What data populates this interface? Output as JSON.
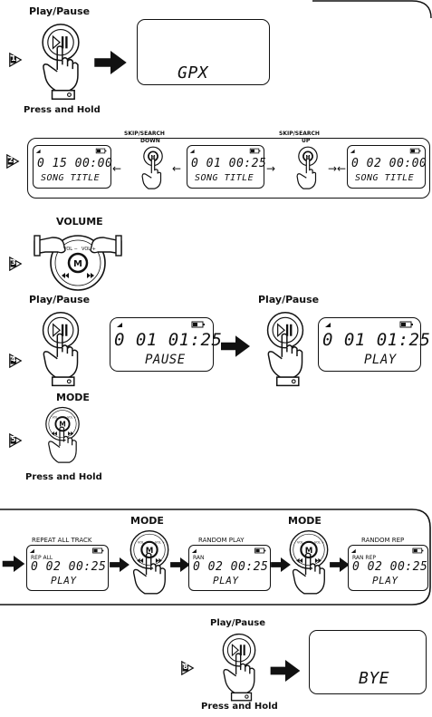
{
  "step1": {
    "num": "1",
    "top_label": "Play/Pause",
    "bottom_label": "Press and Hold",
    "display": "GPX"
  },
  "step2": {
    "num": "2",
    "left_display": [
      "0 15 00:00",
      "SONG TITLE"
    ],
    "mid_display": [
      "0 01 00:25",
      "SONG TITLE"
    ],
    "right_display": [
      "0 02 00:00",
      "SONG TITLE"
    ],
    "skip_down": [
      "SKIP/SEARCH",
      "DOWN"
    ],
    "skip_up": [
      "SKIP/SEARCH",
      "UP"
    ]
  },
  "step3": {
    "num": "3",
    "label": "VOLUME",
    "wheel_center": "M",
    "vol_minus": "VOL −",
    "vol_plus": "VOL +"
  },
  "step4": {
    "num": "4",
    "label_left": "Play/Pause",
    "label_right": "Play/Pause",
    "pause_display": [
      "0 01 01:25",
      "PAUSE"
    ],
    "play_display": [
      "0 01 01:25",
      "PLAY"
    ]
  },
  "step5": {
    "num": "5",
    "label": "MODE",
    "bottom_label": "Press and Hold",
    "wheel_center": "M"
  },
  "step6": {
    "mode_label_1": "MODE",
    "mode_label_2": "MODE",
    "d1": {
      "caption": "REPEAT ALL TRACK",
      "tag": "REP  ALL",
      "line1": "0 02 00:25",
      "line2": "PLAY"
    },
    "d2": {
      "caption": "RANDOM PLAY",
      "tag": "RAN",
      "line1": "0 02 00:25",
      "line2": "PLAY"
    },
    "d3": {
      "caption": "RANDOM REP",
      "tag": "RAN REP",
      "line1": "0 02 00:25",
      "line2": "PLAY"
    }
  },
  "step8": {
    "num": "8",
    "top_label": "Play/Pause",
    "bottom_label": "Press and Hold",
    "display": "BYE"
  },
  "colors": {
    "ink": "#111111",
    "paper": "#ffffff"
  }
}
